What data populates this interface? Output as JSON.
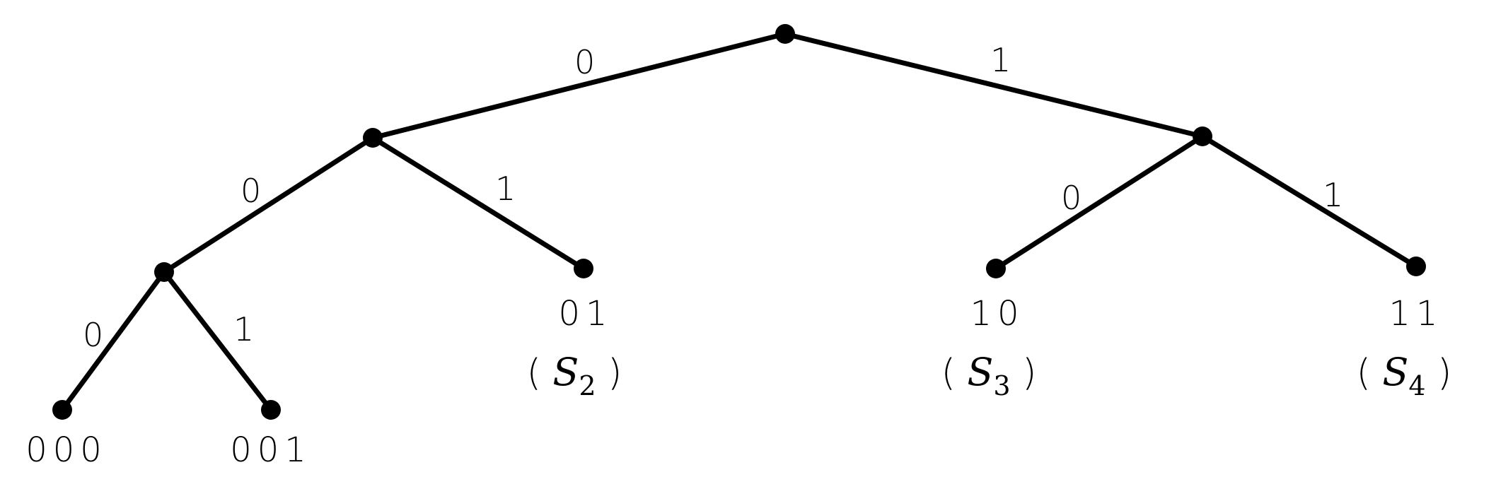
{
  "edges": [
    {
      "id": "root-0",
      "label": "0"
    },
    {
      "id": "root-1",
      "label": "1"
    },
    {
      "id": "n0-00",
      "label": "0"
    },
    {
      "id": "n0-01",
      "label": "1"
    },
    {
      "id": "n1-10",
      "label": "0"
    },
    {
      "id": "n1-11",
      "label": "1"
    },
    {
      "id": "n00-000",
      "label": "0"
    },
    {
      "id": "n00-001",
      "label": "1"
    }
  ],
  "leaves": [
    {
      "code": "000",
      "symbol": ""
    },
    {
      "code": "001",
      "symbol": ""
    },
    {
      "code": "01",
      "symbol": "S",
      "subscript": "2"
    },
    {
      "code": "10",
      "symbol": "S",
      "subscript": "3"
    },
    {
      "code": "11",
      "symbol": "S",
      "subscript": "4"
    }
  ],
  "colors": {
    "ink": "#000000",
    "background": "#ffffff"
  }
}
